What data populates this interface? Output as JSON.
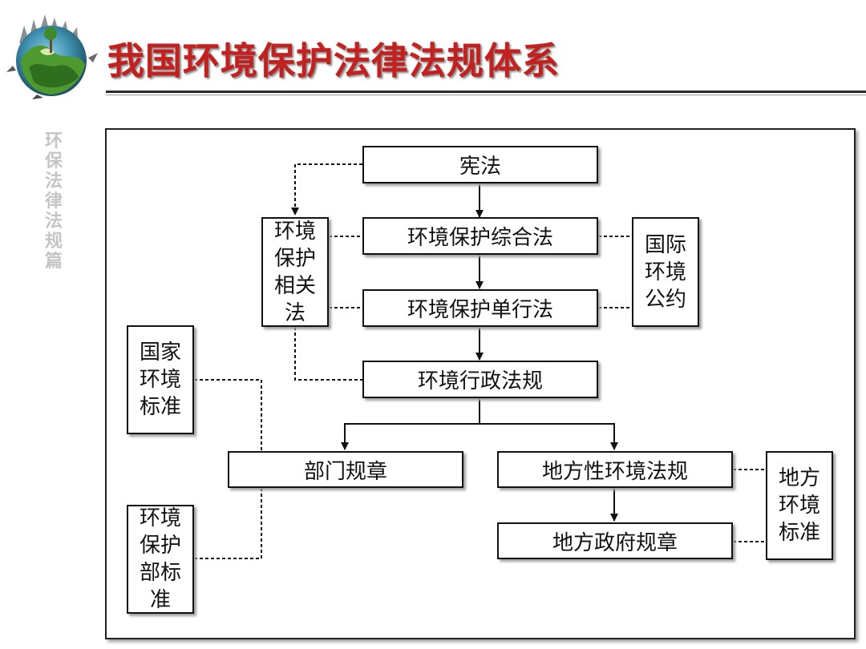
{
  "header": {
    "title": "我国环境保护法律法规体系",
    "side_label": "环保法律法规篇"
  },
  "diagram": {
    "nodes": {
      "constitution": "宪法",
      "comprehensive": "环境保护综合法",
      "single": "环境保护单行法",
      "admin": "环境行政法规",
      "dept": "部门规章",
      "local_law": "地方性环境法规",
      "local_gov": "地方政府规章",
      "related": "环境保护相关法",
      "intl": "国际环境公约",
      "national_std": "国家环境标准",
      "ministry_std": "环境保护部标准",
      "local_std": "地方环境标准"
    }
  }
}
